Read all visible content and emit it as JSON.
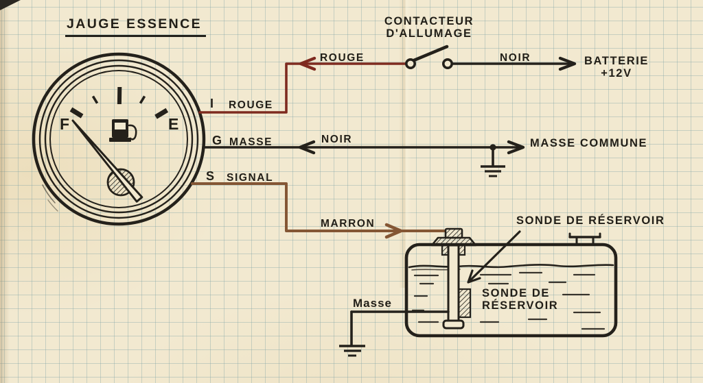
{
  "title": "JAUGE ESSENCE",
  "gauge": {
    "full_label": "F",
    "empty_label": "E",
    "symbol": "fuel-pump-icon"
  },
  "terminals": {
    "ignition": {
      "pin": "I",
      "label": "ROUGE"
    },
    "ground": {
      "pin": "G",
      "label": "MASSE"
    },
    "signal": {
      "pin": "S",
      "label": "SIGNAL"
    }
  },
  "ignition_switch": {
    "label_line1": "CONTACTEUR",
    "label_line2": "D'ALLUMAGE"
  },
  "battery": {
    "label_line1": "BATTERIE",
    "label_line2": "+12V"
  },
  "common_ground": {
    "label": "MASSE COMMUNE"
  },
  "wire_labels": {
    "rouge": "ROUGE",
    "noir_battery": "NOIR",
    "noir_ground": "NOIR",
    "marron": "MARRON"
  },
  "tank": {
    "sender_label_top": "SONDE DE RÉSERVOIR",
    "sender_label_inner_line1": "SONDE DE",
    "sender_label_inner_line2": "RÉSERVOIR",
    "ground_label": "Masse"
  },
  "colors": {
    "paper": "#f2e9d0",
    "grid": "#7ea2a5",
    "ink": "#24211b",
    "wire_rouge": "#7e2a1f",
    "wire_marron": "#845634"
  }
}
